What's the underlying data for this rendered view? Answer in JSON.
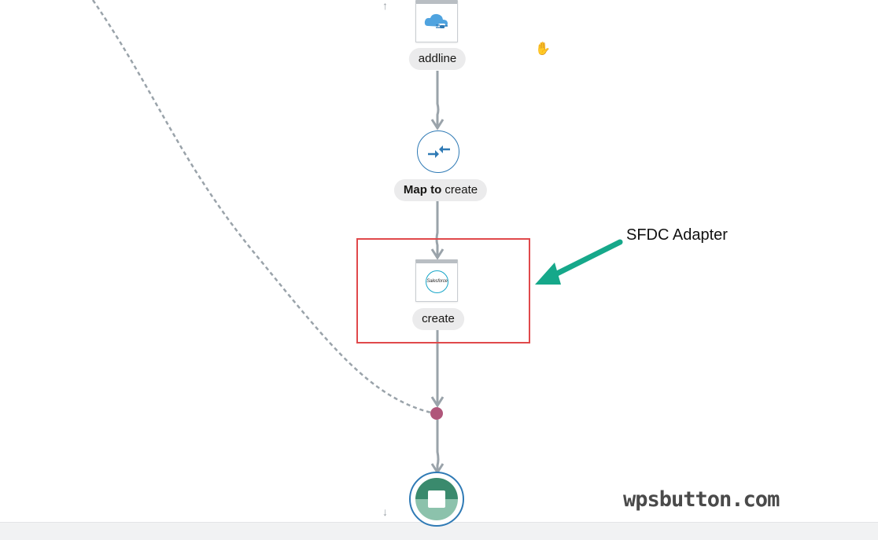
{
  "flow": {
    "top_node": {
      "label": "addline",
      "icon": "cloud-rest-adapter-icon"
    },
    "map_node": {
      "label_bold": "Map to",
      "label_rest": " create",
      "icon": "map-arrows-icon"
    },
    "sf_node": {
      "label": "create",
      "logo_text": "Salesforce",
      "icon": "salesforce-logo-icon"
    },
    "end_node": {
      "icon": "stop-square-icon"
    }
  },
  "annotation": {
    "text": "SFDC Adapter",
    "arrow_color": "#16a88a",
    "box_color": "#e0494b"
  },
  "watermark": {
    "text": "wpsbutton.com"
  },
  "colors": {
    "connector": "#9aa3aa",
    "merge_dot": "#b0567a",
    "node_accent": "#2f7ab5",
    "end_fill": "#3a8a6d"
  },
  "cursor": {
    "icon": "hand-cursor-icon"
  }
}
